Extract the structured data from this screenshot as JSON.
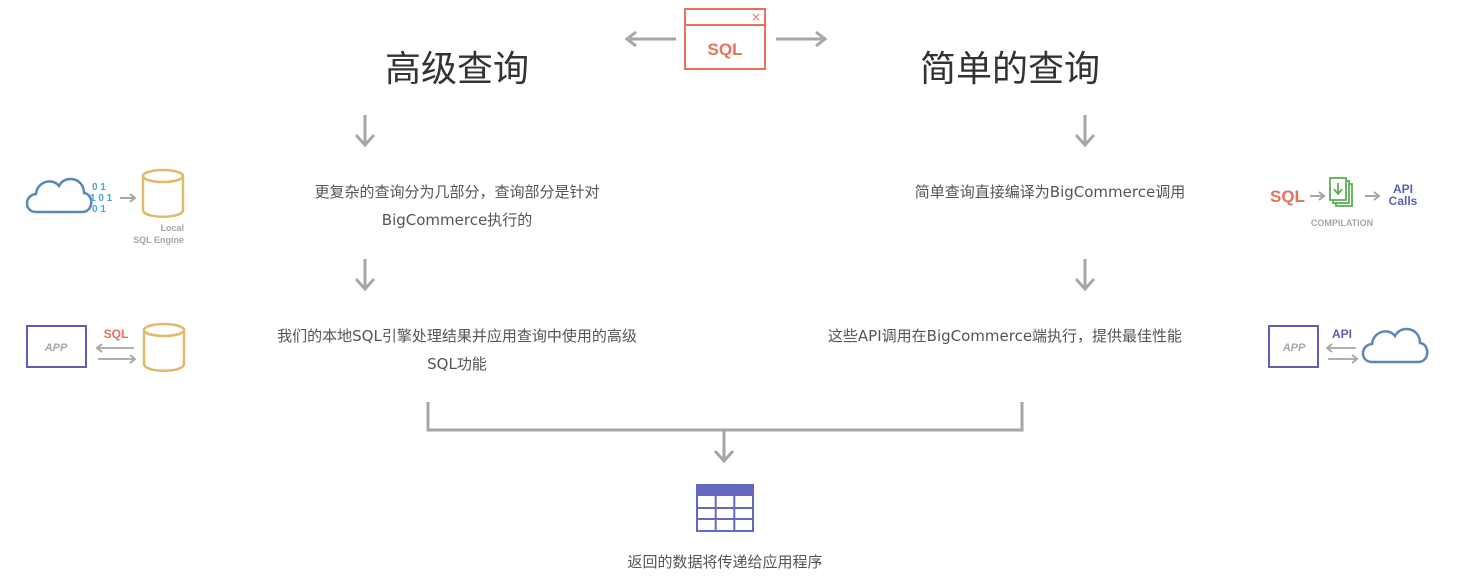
{
  "colors": {
    "arrow": "#a6a6a6",
    "sql": "#e8715d",
    "api": "#5c5fb5",
    "cloud": "#5a86b8",
    "db": "#e0b96a",
    "binary": "#3fa8dc",
    "compile": "#5cae57",
    "table": "#6568c0"
  },
  "center": {
    "sql_label": "SQL",
    "close_glyph": "×"
  },
  "left": {
    "title": "高级查询",
    "desc1_line1": "更复杂的查询分为几部分，查询部分是针对",
    "desc1_line2": "BigCommerce执行的",
    "desc2_line1": "我们的本地SQL引擎处理结果并应用查询中使用的高级",
    "desc2_line2": "SQL功能",
    "engine_icon": {
      "binary_1": "0 1",
      "binary_2": "1 0 1",
      "binary_3": "0 1",
      "label_1": "Local",
      "label_2": "SQL Engine"
    },
    "app_icon": {
      "app_label": "APP",
      "sql_label": "SQL"
    }
  },
  "right": {
    "title": "简单的查询",
    "desc1": "简单查询直接编译为BigCommerce调用",
    "desc2": "这些API调用在BigCommerce端执行，提供最佳性能",
    "compile_icon": {
      "sql_label": "SQL",
      "api_label_1": "API",
      "api_label_2": "Calls",
      "caption": "COMPILATION"
    },
    "app_icon": {
      "app_label": "APP",
      "api_label": "API"
    }
  },
  "bottom": {
    "caption": "返回的数据将传递给应用程序"
  }
}
